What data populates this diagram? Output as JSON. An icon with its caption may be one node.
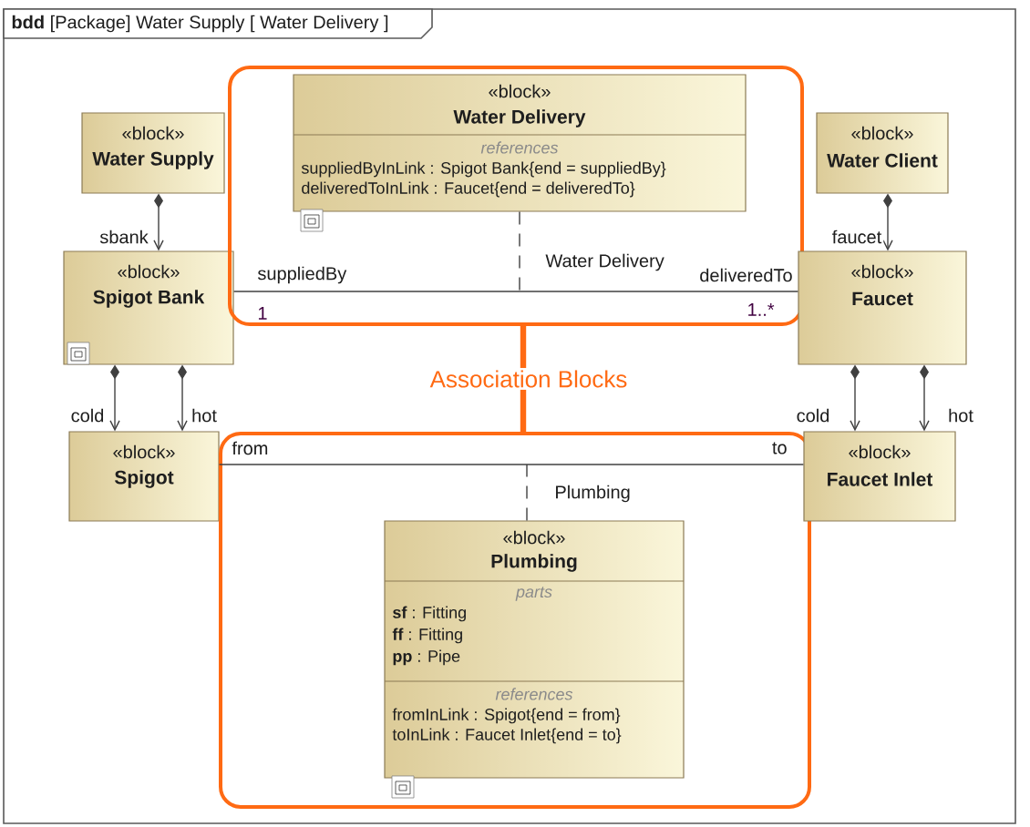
{
  "diagram": {
    "title": "**bdd** [Package] Water Supply [ Water Delivery ]",
    "nodes": [
      {
        "text": [
          "«block»",
          "Water Supply"
        ]
      },
      {
        "text": [
          "«block»",
          "Spigot Bank"
        ]
      },
      {
        "text": [
          "«block»",
          "Spigot"
        ]
      },
      {
        "text": [],
        "shape": "box"
      },
      {
        "text": [
          "«block»",
          "Water Delivery",
          "references",
          "suppliedByInLink : Spigot Bank{end = suppliedBy}",
          "deliveredToInLink : Faucet{end = deliveredTo}"
        ],
        "in": 3
      },
      {
        "text": [
          "«block»",
          "Water Client"
        ]
      },
      {
        "text": [
          "«block»",
          "Faucet"
        ]
      },
      {
        "text": [
          "Association Blocks"
        ]
      },
      {
        "text": [],
        "shape": "box"
      },
      {
        "text": [
          "«block»",
          "Plumbing",
          "parts",
          "**sf** : Fitting",
          "**ff** : Fitting",
          "**pp** : Pipe",
          "references",
          "fromInLink : Spigot{end = from}",
          "toInLink : Faucet Inlet{end = to}"
        ],
        "in": 8
      },
      {
        "text": [
          "«block»",
          "Faucet Inlet"
        ]
      }
    ],
    "edges": [
      {
        "from": 0,
        "to": 1,
        "arrow": "to",
        "label": "sbank"
      },
      {
        "from": 1,
        "to": 2,
        "arrow": "to",
        "label": "cold"
      },
      {
        "from": 1,
        "to": 2,
        "arrow": "to",
        "label": "hot"
      },
      {
        "from": 5,
        "to": 6,
        "arrow": "to",
        "label": "faucet"
      },
      {
        "from": 6,
        "to": 10,
        "arrow": "to",
        "label": "cold"
      },
      {
        "from": 6,
        "to": 10,
        "arrow": "to",
        "label": "hot"
      },
      {
        "from": 1,
        "to": 6,
        "arrow": "none",
        "label": "Water Delivery"
      },
      {
        "from": 4,
        "to": null,
        "arrow": "none",
        "style": "dashed"
      },
      {
        "from": 2,
        "to": 10,
        "arrow": "none",
        "label": "Plumbing"
      },
      {
        "from": 9,
        "to": null,
        "arrow": "none",
        "style": "dashed"
      },
      {
        "from": 7,
        "to": 3,
        "arrow": "none",
        "style": "thick",
        "color": "#ff6a13"
      },
      {
        "from": 7,
        "to": 8,
        "arrow": "none",
        "style": "thick",
        "color": "#ff6a13"
      }
    ],
    "labels": [
      "suppliedBy",
      "1",
      "deliveredTo",
      "1..*",
      "from",
      "to"
    ]
  }
}
